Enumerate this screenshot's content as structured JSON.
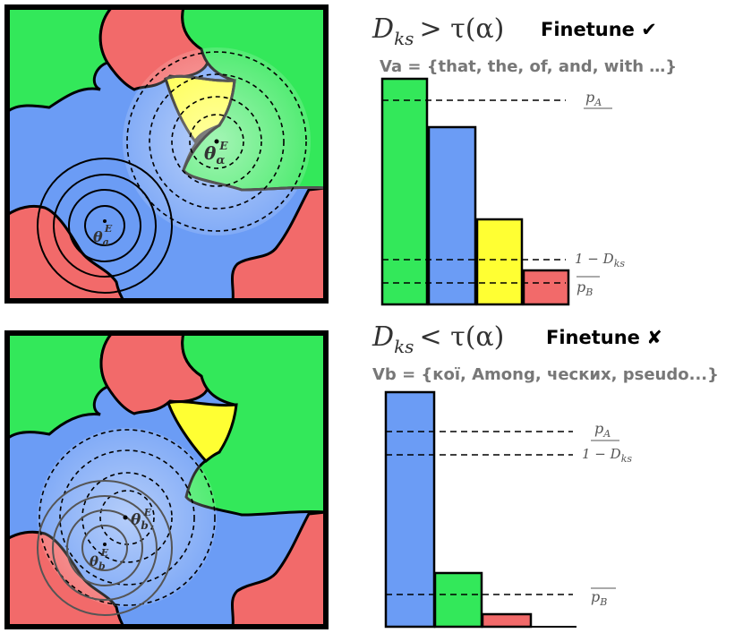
{
  "colors": {
    "green": "#33e85a",
    "red": "#f26a6a",
    "blue": "#6b9cf5",
    "yellow": "#ffff33",
    "black": "#000000"
  },
  "top": {
    "condition": "D_ks > τ(α)",
    "cond_lhs": "D",
    "cond_sub": "ks",
    "cond_rest": "> τ(α)",
    "decision": "Finetune ✔",
    "vocab": "Va = {that, the, of, and, with …}",
    "theta_small": "θ",
    "theta_small_sub": "a",
    "theta_small_sup": "E",
    "theta_big": "θ",
    "theta_big_sub": "α",
    "theta_big_sup": "E",
    "line_labels": {
      "pA": "p",
      "pA_sub": "A",
      "one_minus": "1 − D",
      "one_minus_sub": "ks",
      "pB": "p",
      "pB_sub": "B"
    }
  },
  "bottom": {
    "cond_lhs": "D",
    "cond_sub": "ks",
    "cond_rest": "< τ(α)",
    "decision": "Finetune ✘",
    "vocab": "Vb = {коï, Among, ческих, pseudo...}",
    "theta_small": "θ",
    "theta_small_sub": "b",
    "theta_small_sup": "E",
    "theta_big": "θ",
    "theta_big_sub": "b",
    "theta_big_sup": "E",
    "line_labels": {
      "pA": "p",
      "pA_sub": "A",
      "one_minus": "1 − D",
      "one_minus_sub": "ks",
      "pB": "p",
      "pB_sub": "B"
    }
  }
}
